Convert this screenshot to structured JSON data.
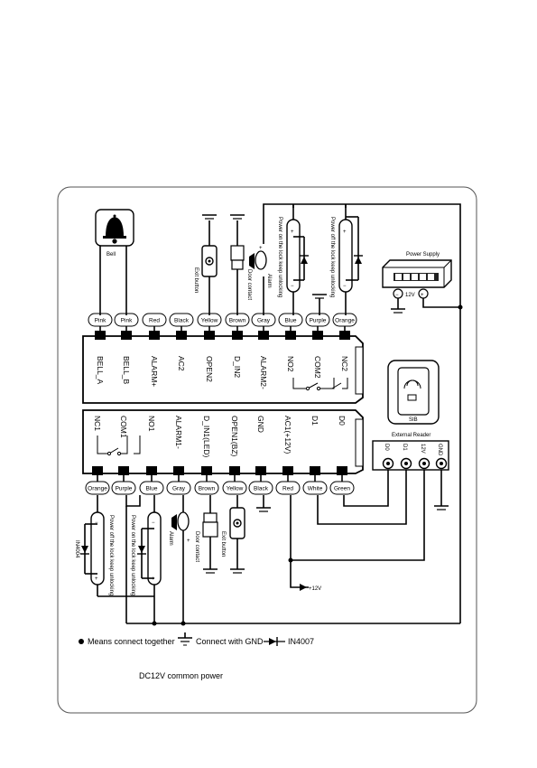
{
  "top_terminals": [
    {
      "color": "Pink",
      "name": "BELL_A"
    },
    {
      "color": "Pink",
      "name": "BELL_B"
    },
    {
      "color": "Red",
      "name": "ALARM+"
    },
    {
      "color": "Black",
      "name": "AC2"
    },
    {
      "color": "Yellow",
      "name": "OPEN2"
    },
    {
      "color": "Brown",
      "name": "D_IN2"
    },
    {
      "color": "Gray",
      "name": "ALARM2-"
    },
    {
      "color": "Blue",
      "name": "NO2"
    },
    {
      "color": "Purple",
      "name": "COM2"
    },
    {
      "color": "Orange",
      "name": "NC2"
    }
  ],
  "bottom_terminals": [
    {
      "color": "Orange",
      "name": "NC1"
    },
    {
      "color": "Purple",
      "name": "COM1"
    },
    {
      "color": "Blue",
      "name": "NO1"
    },
    {
      "color": "Gray",
      "name": "ALARM1-"
    },
    {
      "color": "Brown",
      "name": "D_IN1(LED)"
    },
    {
      "color": "Yellow",
      "name": "OPEN1(BZ)"
    },
    {
      "color": "Black",
      "name": "GND"
    },
    {
      "color": "Red",
      "name": "AC1(+12V)"
    },
    {
      "color": "White",
      "name": "D1"
    },
    {
      "color": "Green",
      "name": "D0"
    }
  ],
  "devices": {
    "bell": "Bell",
    "exit_button": "Exit button",
    "door_contact": "Door contact",
    "alarm": "Alarm",
    "lock_top_left": "Power on the lock keep unlocking",
    "lock_top_right": "Power off the lock keep unlocking",
    "lock_bottom_left": "Power off the lock keep unlocking",
    "lock_bottom_right": "Power on the lock keep unlocking",
    "diode_label": "IN4004",
    "power_supply": "Power Supply",
    "psu_voltage": "12V",
    "psu_minus": "−",
    "psu_plus": "+",
    "reader_badge": "SIB",
    "external_reader": "External Reader",
    "reader_pins": [
      "D0",
      "D1",
      "12V",
      "GND"
    ],
    "plus12v": "+12V"
  },
  "legend": {
    "dot": "Means connect together",
    "gnd": "Connect with GND",
    "diode": "IN4007"
  },
  "footer": "DC12V common power"
}
